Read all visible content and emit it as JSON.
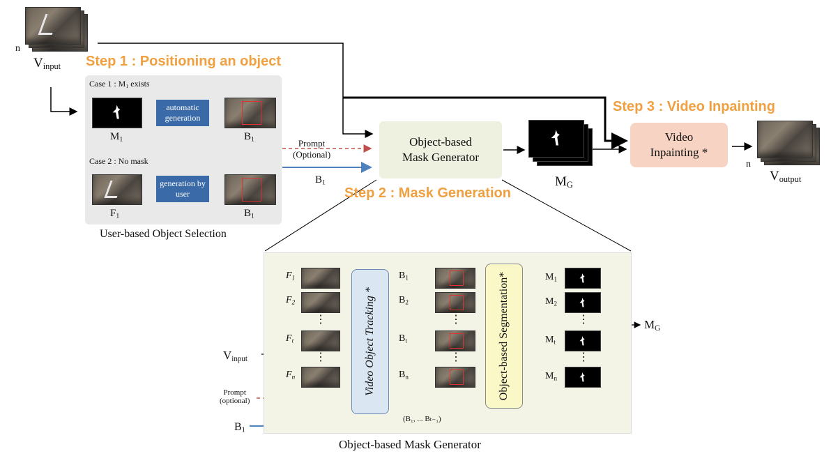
{
  "steps": {
    "step1": "Step 1 : Positioning an object",
    "step2": "Step 2 : Mask Generation",
    "step3": "Step 3 : Video Inpainting"
  },
  "input": {
    "label": "V",
    "sub": "input",
    "stack_count": "n"
  },
  "output": {
    "label": "V",
    "sub": "output",
    "stack_count": "n"
  },
  "selection_panel": {
    "title": "User-based Object Selection",
    "case1_label": "Case 1 : M",
    "case1_sub": "1",
    "case1_suffix": " exists",
    "case2_label": "Case 2 : No mask",
    "case1_process": "automatic generation",
    "case2_process": "generation by user",
    "m1_label": "M",
    "m1_sub": "1",
    "b1_label": "B",
    "b1_sub": "1",
    "f1_label": "F",
    "f1_sub": "1"
  },
  "prompt": {
    "line1": "Prompt",
    "line2": "(Optional)"
  },
  "b1_arrow": {
    "label": "B",
    "sub": "1"
  },
  "mask_generator": {
    "line1": "Object-based",
    "line2": "Mask Generator"
  },
  "mg": {
    "label": "M",
    "sub": "G"
  },
  "inpainting": {
    "line1": "Video",
    "line2": "Inpainting *"
  },
  "detail": {
    "title": "Object-based Mask Generator",
    "tracking": "Video Object Tracking *",
    "segmentation": "Object-based Segmentation*",
    "vinput": {
      "label": "V",
      "sub": "input"
    },
    "prompt": {
      "line1": "Prompt",
      "line2": "(optional)"
    },
    "b1": {
      "label": "B",
      "sub": "1"
    },
    "history": "(B₁, ... Bₜ₋₁)",
    "frames": [
      {
        "label": "F",
        "sub": "1"
      },
      {
        "label": "F",
        "sub": "2"
      },
      {
        "label": "F",
        "sub": "t"
      },
      {
        "label": "F",
        "sub": "n"
      }
    ],
    "boxes": [
      {
        "label": "B",
        "sub": "1"
      },
      {
        "label": "B",
        "sub": "2"
      },
      {
        "label": "B",
        "sub": "t"
      },
      {
        "label": "B",
        "sub": "n"
      }
    ],
    "masks": [
      {
        "label": "M",
        "sub": "1"
      },
      {
        "label": "M",
        "sub": "2"
      },
      {
        "label": "M",
        "sub": "t"
      },
      {
        "label": "M",
        "sub": "n"
      }
    ],
    "mg": {
      "label": "M",
      "sub": "G"
    },
    "ellipsis": "⋮"
  },
  "colors": {
    "step_orange": "#f0a040",
    "generator_fill": "#eef0e0",
    "inpainting_fill": "#f6d3c2",
    "detail_panel": "#f3f4e6",
    "tracking_fill": "#dbe6f3",
    "segmentation_fill": "#fbf8c8",
    "process_blue": "#3a6aa8",
    "prompt_red": "#c0504d",
    "arrow_blue": "#4f81bd"
  }
}
